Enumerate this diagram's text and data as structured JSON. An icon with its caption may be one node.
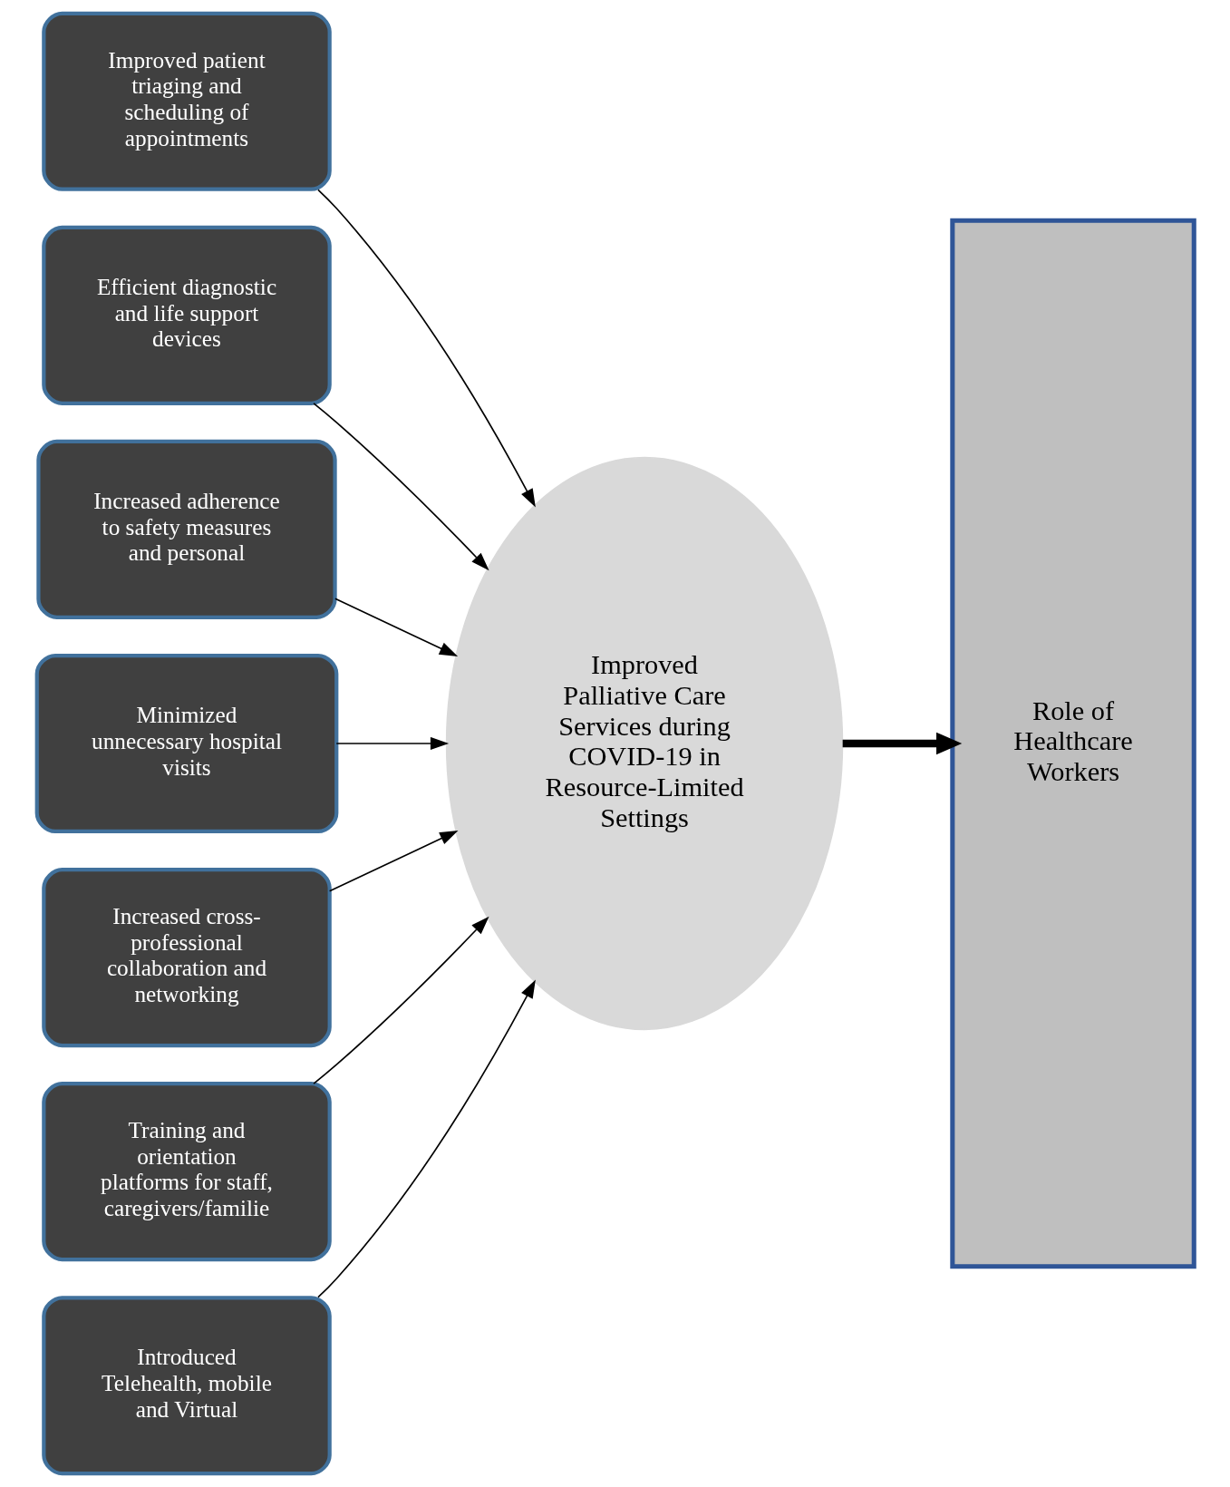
{
  "diagram": {
    "nodes": [
      {
        "text": [
          "Improved patient triaging and scheduling of appointments"
        ]
      },
      {
        "text": [
          "Efficient diagnostic and life support devices"
        ]
      },
      {
        "text": [
          "Increased adherence to safety measures and personal"
        ]
      },
      {
        "text": [
          "Minimized unnecessary hospital visits"
        ]
      },
      {
        "text": [
          "Increased cross- professional collaboration and networking"
        ]
      },
      {
        "text": [
          "Training and orientation platforms for staff, caregivers/familie"
        ]
      },
      {
        "text": [
          "Introduced Telehealth, mobile and Virtual"
        ]
      },
      {
        "text": [
          "Improved Palliative Care Services during COVID-19 in Resource-Limited Settings"
        ]
      },
      {
        "text": [
          "Role of Healthcare Workers"
        ]
      }
    ],
    "edges": [
      {
        "from": 0,
        "to": 7,
        "arrow": "to"
      },
      {
        "from": 1,
        "to": 7,
        "arrow": "to"
      },
      {
        "from": 2,
        "to": 7,
        "arrow": "to"
      },
      {
        "from": 3,
        "to": 7,
        "arrow": "to"
      },
      {
        "from": 4,
        "to": 7,
        "arrow": "to"
      },
      {
        "from": 5,
        "to": 7,
        "arrow": "to"
      },
      {
        "from": 6,
        "to": 7,
        "arrow": "to"
      },
      {
        "from": 7,
        "to": 8,
        "arrow": "to",
        "style": "thick"
      }
    ]
  }
}
